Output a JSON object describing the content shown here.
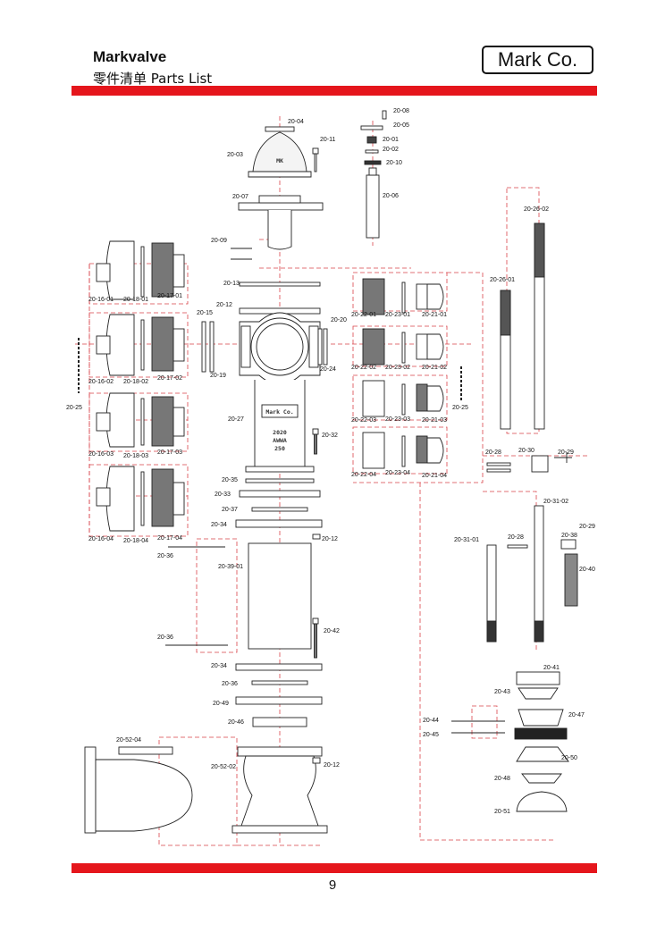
{
  "header": {
    "brand": "Markvalve",
    "subtitle": "零件清单 Parts List",
    "logo_text": "Mark Co.",
    "accent_color": "#e5161c"
  },
  "footer": {
    "page_number": "9"
  },
  "casting": {
    "body_mark": "Mark Co.",
    "bonnet_mark": "MK",
    "body_lines": [
      "2020",
      "AWWA",
      "250"
    ]
  },
  "parts": [
    "20-04",
    "20-11",
    "20-03",
    "20-08",
    "20-05",
    "20-01",
    "20-02",
    "20-10",
    "20-06",
    "20-07",
    "20-09",
    "20-26-02",
    "20-26-01",
    "20-13",
    "20-12",
    "20-15",
    "20-19",
    "20-20",
    "20-24",
    "20-27",
    "20-32",
    "20-16-01",
    "20-18-01",
    "20-17-01",
    "20-16-02",
    "20-18-02",
    "20-17-02",
    "20-16-03",
    "20-18-03",
    "20-17-03",
    "20-16-04",
    "20-18-04",
    "20-17-04",
    "20-25",
    "20-22-01",
    "20-23-01",
    "20-21-01",
    "20-22-02",
    "20-23-02",
    "20-21-02",
    "20-22-03",
    "20-23-03",
    "20-21-03",
    "20-22-04",
    "20-23-04",
    "20-21-04",
    "20-25",
    "20-28",
    "20-30",
    "20-29",
    "20-35",
    "20-33",
    "20-37",
    "20-34",
    "20-12",
    "20-36",
    "20-39-01",
    "20-42",
    "20-31-02",
    "20-31-01",
    "20-28",
    "20-38",
    "20-29",
    "20-40",
    "20-36",
    "20-34",
    "20-36",
    "20-49",
    "20-46",
    "20-41",
    "20-43",
    "20-44",
    "20-47",
    "20-45",
    "20-52-04",
    "20-52-02",
    "20-12",
    "20-50",
    "20-48",
    "20-51"
  ]
}
